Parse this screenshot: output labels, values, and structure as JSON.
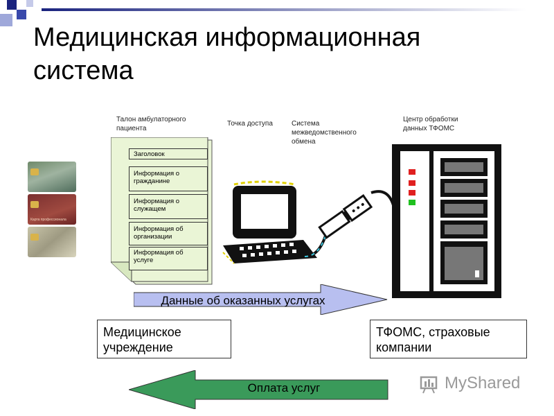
{
  "title_line1": "Медицинская информационная",
  "title_line2": "система",
  "labels": {
    "talon": [
      "Талон амбулаторного",
      "пациента"
    ],
    "access_point": "Точка доступа",
    "interagency": [
      "Система",
      "межведомственного",
      "обмена"
    ],
    "center": [
      "Центр обработки",
      "данных ТФОМС"
    ]
  },
  "doc_fields": [
    [
      "Заголовок"
    ],
    [
      "Информация о",
      "гражданине"
    ],
    [
      "Информация о",
      "служащем"
    ],
    [
      "Информация об",
      "организации"
    ],
    [
      "Информация об",
      "услуге"
    ]
  ],
  "card_text": "Карта профессионала",
  "arrow_right": "Данные об оказанных услугах",
  "arrow_left": "Оплата услуг",
  "box_left": [
    "Медицинское",
    "учреждение"
  ],
  "box_right": [
    "ТФОМС, страховые",
    "компании"
  ],
  "watermark": "MyShared",
  "colors": {
    "doc_bg": "#eaf5d6",
    "arrow_right_fill": "#b8bff0",
    "arrow_left_fill": "#3a9a5a",
    "server_led_red": "#e02020",
    "server_led_green": "#20c020"
  }
}
